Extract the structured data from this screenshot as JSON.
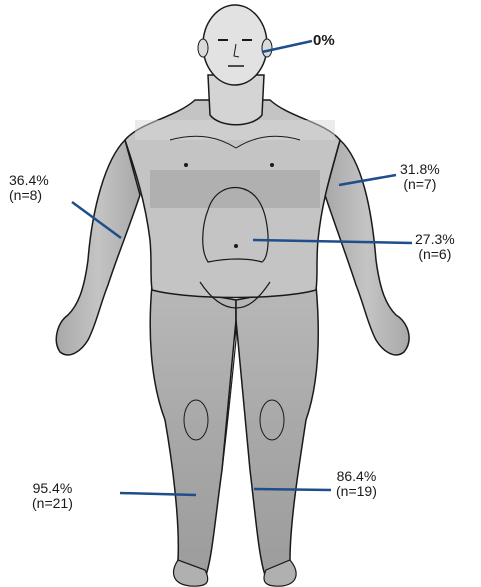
{
  "colors": {
    "leader_line": "#1f4e8c",
    "outline": "#1a1a1a",
    "skin_light": "#dcdcdc",
    "skin_mid": "#b8b8b8",
    "skin_dark": "#9a9a9a"
  },
  "regions": {
    "head": {
      "pct": "0%",
      "n": ""
    },
    "right_arm": {
      "pct": "36.4%",
      "n": "(n=8)"
    },
    "left_arm": {
      "pct": "31.8%",
      "n": "(n=7)"
    },
    "abdomen": {
      "pct": "27.3%",
      "n": "(n=6)"
    },
    "right_leg": {
      "pct": "95.4%",
      "n": "(n=21)"
    },
    "left_leg": {
      "pct": "86.4%",
      "n": "(n=19)"
    }
  }
}
